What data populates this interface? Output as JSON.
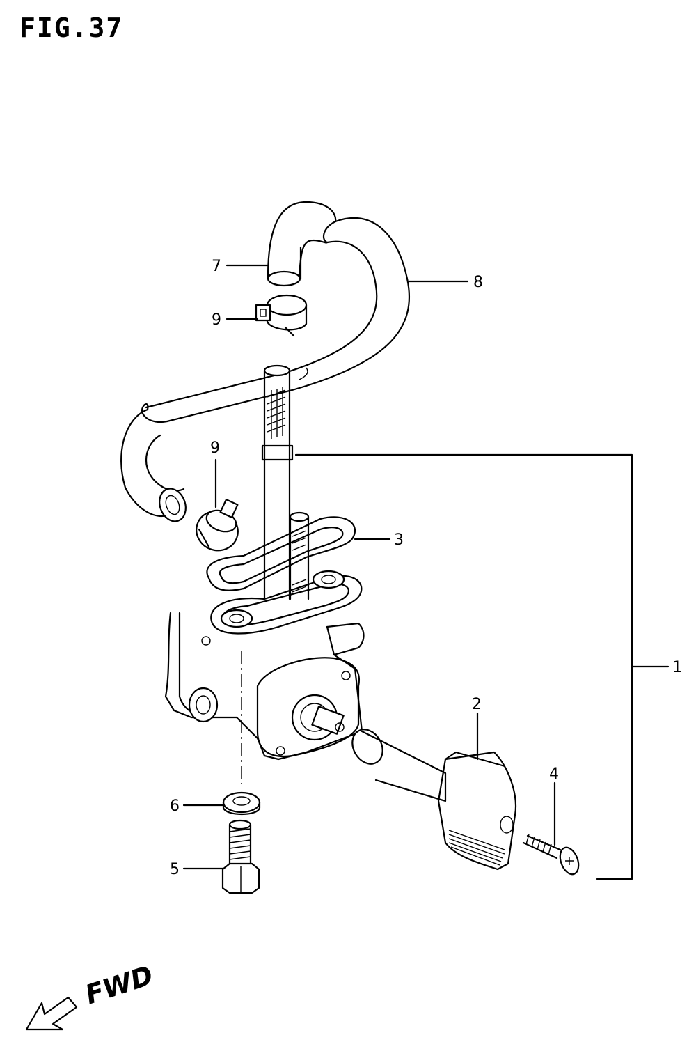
{
  "figure": {
    "title": "FIG.37",
    "direction_label": "FWD",
    "direction_icon": "arrow-left-down-icon"
  },
  "callouts": [
    {
      "id": "1",
      "label": "1"
    },
    {
      "id": "2",
      "label": "2"
    },
    {
      "id": "3",
      "label": "3"
    },
    {
      "id": "4",
      "label": "4"
    },
    {
      "id": "5",
      "label": "5"
    },
    {
      "id": "6",
      "label": "6"
    },
    {
      "id": "7",
      "label": "7"
    },
    {
      "id": "8",
      "label": "8"
    },
    {
      "id": "9a",
      "label": "9"
    },
    {
      "id": "9b",
      "label": "9"
    }
  ]
}
